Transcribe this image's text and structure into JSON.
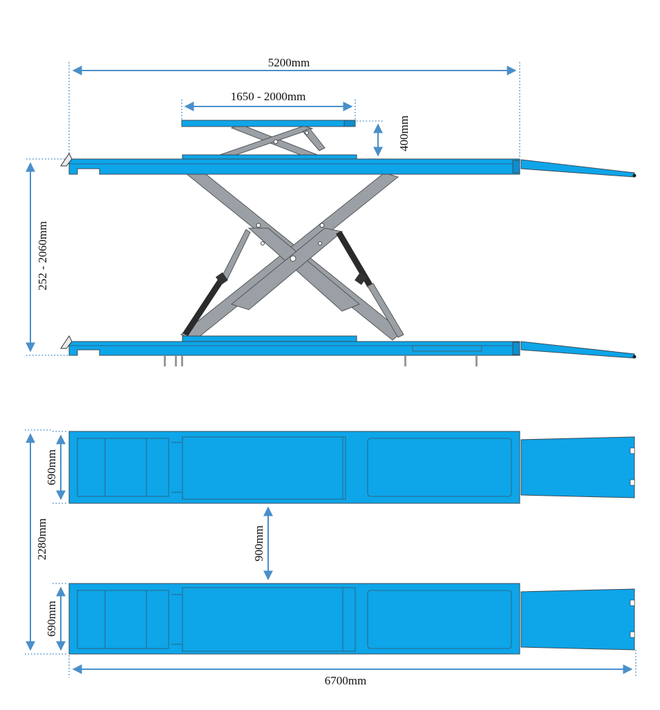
{
  "colors": {
    "platform": "#0ea5e9",
    "scissor": "#9aa0a6",
    "dimension": "#4a8fc9",
    "outline": "#3c4a55"
  },
  "dimensions": {
    "overall_length": "5200mm",
    "top_table": "1650 - 2000mm",
    "table_height": "400mm",
    "lift_height": "252 - 2060mm",
    "track_width": "690mm",
    "track_width_lower": "690mm",
    "gap": "900mm",
    "total_width": "2280mm",
    "total_length": "6700mm"
  }
}
